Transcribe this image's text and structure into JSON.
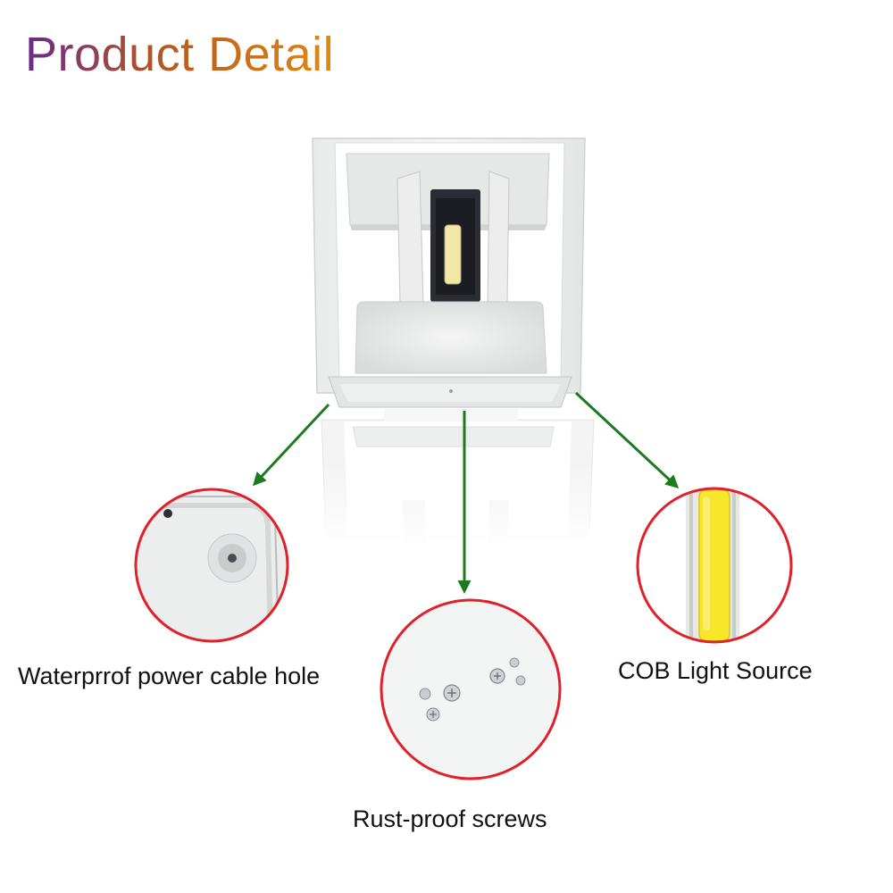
{
  "title": "Product Detail",
  "colors": {
    "title_gradient": [
      "#6a2a8a",
      "#b8581e",
      "#e08a10"
    ],
    "arrow": "#1e7a1e",
    "circle_border": "#e0202a",
    "cob_yellow": "#f7e62a"
  },
  "callouts": [
    {
      "id": "cable-hole",
      "label": "Waterprrof power cable hole"
    },
    {
      "id": "screws",
      "label": "Rust-proof screws"
    },
    {
      "id": "cob",
      "label": "COB Light Source"
    }
  ]
}
